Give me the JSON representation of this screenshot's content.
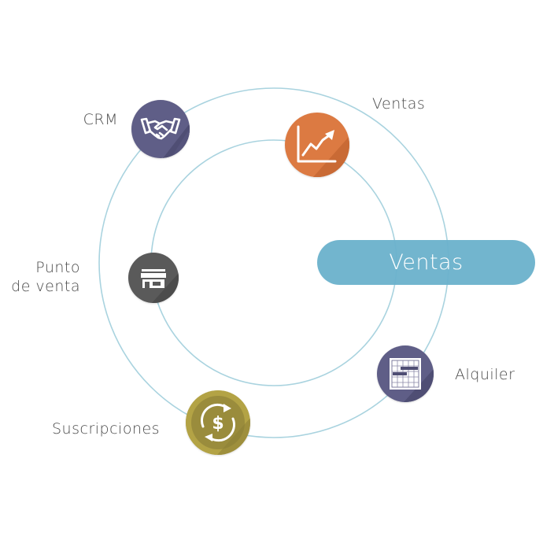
{
  "diagram": {
    "center_label": "Ventas",
    "modules": [
      {
        "id": "crm",
        "label": "CRM",
        "icon": "handshake-icon",
        "color": "#5f5e87"
      },
      {
        "id": "ventas",
        "label": "Ventas",
        "icon": "sales-chart-icon",
        "color": "#d9773f"
      },
      {
        "id": "punto",
        "label_line1": "Punto",
        "label_line2": "de venta",
        "icon": "storefront-icon",
        "color": "#5b5b5b"
      },
      {
        "id": "alquiler",
        "label": "Alquiler",
        "icon": "rental-calendar-icon",
        "color": "#5f5e87"
      },
      {
        "id": "suscripciones",
        "label": "Suscripciones",
        "icon": "subscription-dollar-icon",
        "color": "#a8993f"
      }
    ],
    "ring_color": "#9fcfdc",
    "pill_color": "#6ab1cb"
  }
}
